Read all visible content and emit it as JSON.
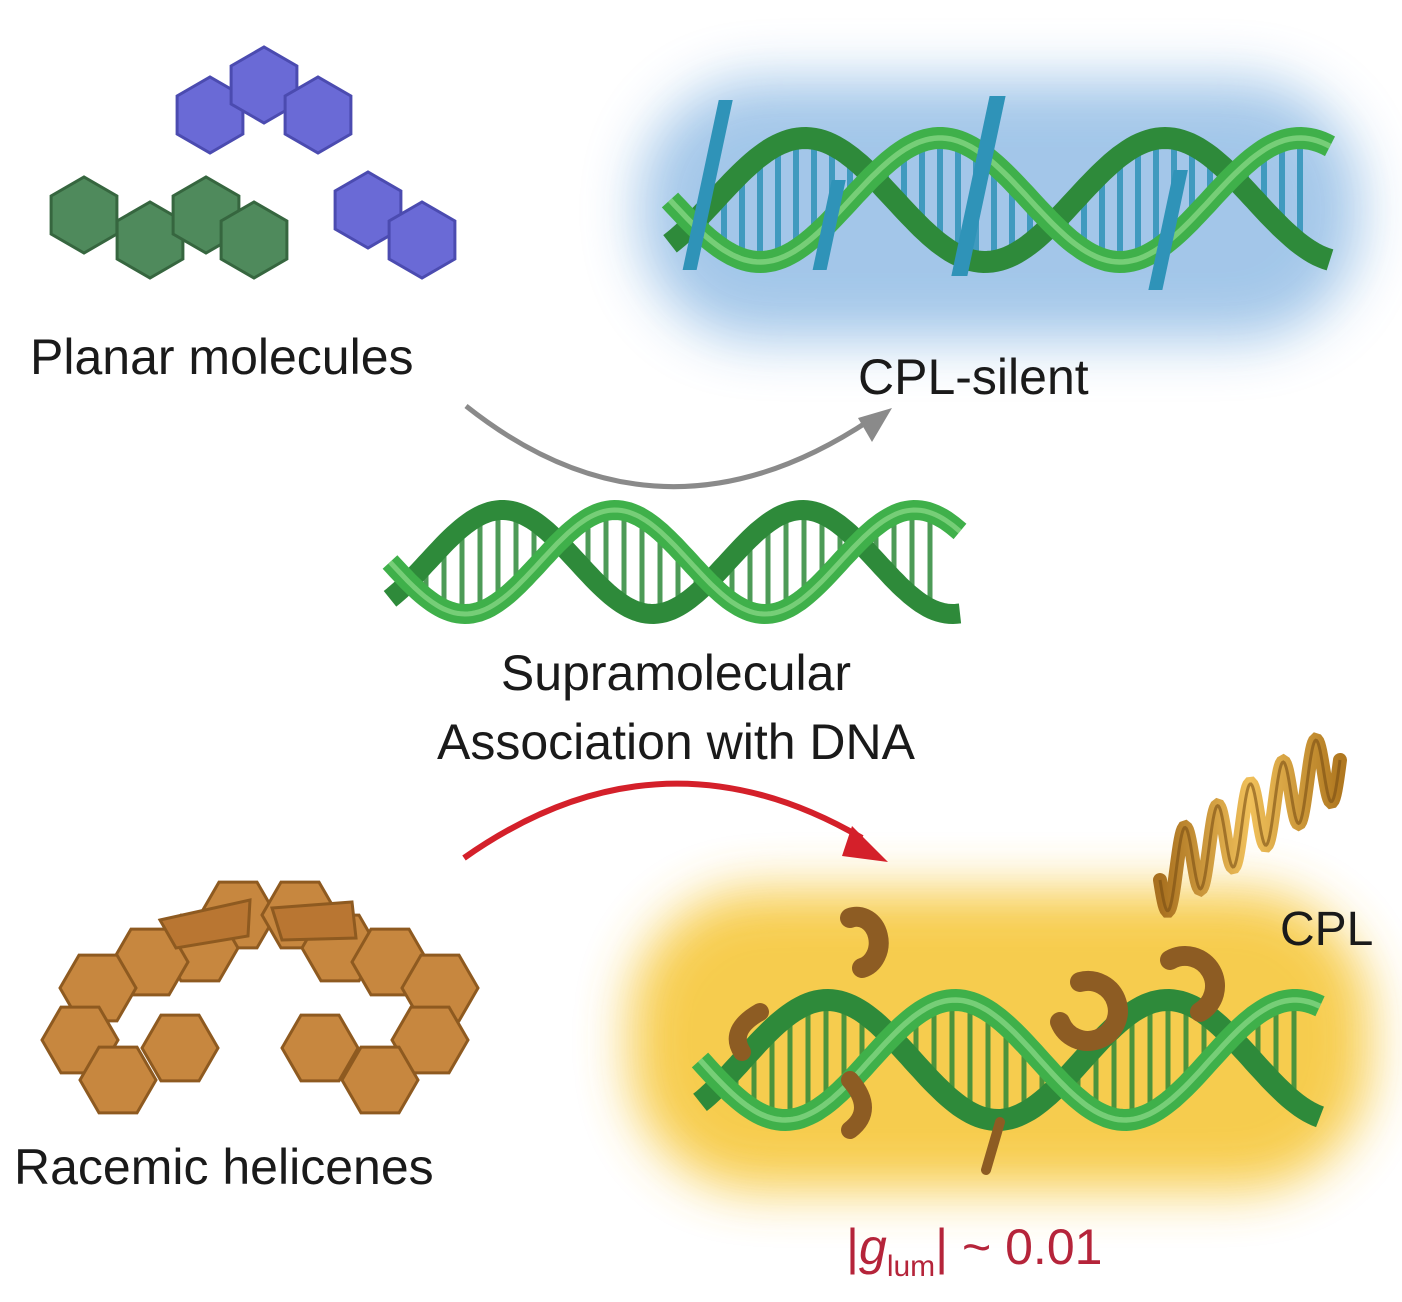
{
  "labels": {
    "planar_molecules": "Planar molecules",
    "cpl_silent": "CPL-silent",
    "supramolecular": "Supramolecular",
    "association": "Association with DNA",
    "cpl": "CPL",
    "racemic_helicenes": "Racemic helicenes",
    "glum_bar_left": "|",
    "glum_symbol": "g",
    "glum_subscript": "lum",
    "glum_value": "| ~ 0.01"
  },
  "colors": {
    "planar_blue": "#6a6ad6",
    "planar_green": "#4f8a5c",
    "dna_green": "#3fb04a",
    "dna_base_blue": "#2f93b8",
    "glow_blue": "#9fc4e8",
    "glow_yellow": "#f6c73a",
    "helicene_brown": "#c7873f",
    "arrow_grey": "#8a8a8a",
    "arrow_red": "#d4202a",
    "glum_red": "#b5243a",
    "wave_gold": "#d9a13b"
  },
  "icons": {
    "planar": "hexagon-cluster-icon",
    "dna": "double-helix-icon",
    "helicene": "helicene-icon",
    "light": "circularly-polarized-wave-icon"
  }
}
